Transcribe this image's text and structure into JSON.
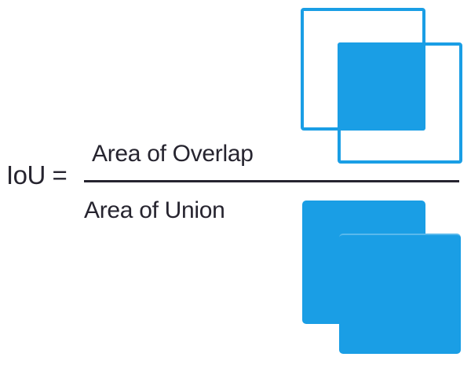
{
  "diagram": {
    "title_concept": "Intersection over Union (IoU)",
    "formula": {
      "lhs": "IoU = ",
      "numerator": "Area of Overlap",
      "denominator": "Area of Union"
    },
    "figures": {
      "overlap": "two overlapping outlined squares with intersection region filled solid",
      "union": "silhouette of the two overlapping squares filled solid"
    }
  },
  "colors": {
    "accent_blue": "#1A9EE5",
    "text_color": "#26242F",
    "background": "#FFFFFF"
  }
}
